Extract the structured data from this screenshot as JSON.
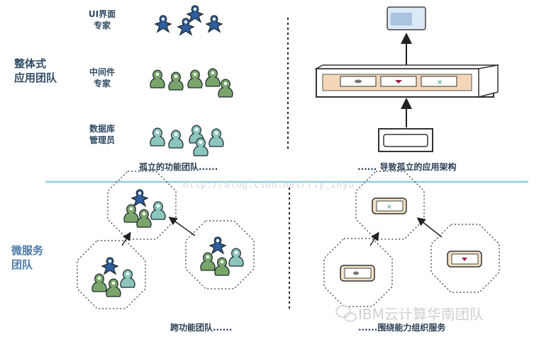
{
  "monolith": {
    "section_label_1": "整体式",
    "section_label_2": "应用团队",
    "roles": [
      {
        "line1": "UI界面",
        "line2": "专家"
      },
      {
        "line1": "中间件",
        "line2": "专家"
      },
      {
        "line1": "数据库",
        "line2": "管理员"
      }
    ],
    "left_caption": "孤立的功能团队......",
    "right_caption": "...... 导致孤立的应用架构"
  },
  "microservices": {
    "section_label_1": "微服务",
    "section_label_2": "团队",
    "left_caption": "跨功能团队......",
    "right_caption": "......围绕能力组织服务"
  },
  "watermarks": {
    "url": "http://blog.csdn.net/fly_zhyu",
    "brand": "IBM云计算华南团队"
  },
  "colors": {
    "ui": "#2f5f9e",
    "middleware": "#7aa56a",
    "database": "#8cc5bb",
    "divider": "#8fcfe0"
  }
}
